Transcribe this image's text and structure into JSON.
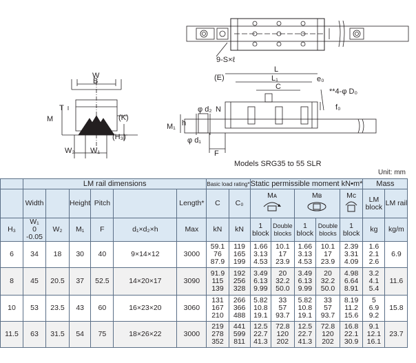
{
  "drawing": {
    "top_view": {
      "callout": "9-S×ℓ"
    },
    "end_view": {
      "dims": [
        "W",
        "B",
        "T",
        "M",
        "(K)",
        "(H₃)",
        "W₂",
        "W₁"
      ]
    },
    "side_view": {
      "dims": [
        "L",
        "L₁",
        "C",
        "(E)",
        "e₀",
        "**4-φ D₀",
        "φ d₂",
        "N",
        "f₀",
        "h",
        "M₁",
        "φ d₁",
        "F"
      ]
    },
    "caption": "Models SRG35 to 55 SLR",
    "unit": "Unit: mm"
  },
  "table": {
    "groups": {
      "lm_rail": "LM rail dimensions",
      "basic": "Basic load rating*",
      "static": "Static permissible moment kN•m*",
      "mass": "Mass"
    },
    "headers": {
      "width": "Width",
      "height": "Height",
      "pitch": "Pitch",
      "length": "Length*",
      "c": "C",
      "c0": "C₀",
      "ma": "Mᴀ",
      "mb": "Mʙ",
      "mc": "Mc",
      "lm_block": "LM block",
      "lm_rail": "LM rail",
      "w1": [
        "W₁",
        "0",
        "-0.05"
      ],
      "h3": "H₃",
      "w2": "W₂",
      "m1": "M₁",
      "f": "F",
      "d1d2h": "d₁×d₂×h",
      "max": "Max",
      "kn1": "kN",
      "kn2": "kN",
      "one_block": "1 block",
      "double_blocks": "Double blocks",
      "kg": "kg",
      "kgm": "kg/m"
    },
    "rows": [
      {
        "h3": "6",
        "w1": "34",
        "w2": "18",
        "m1": "30",
        "f": "40",
        "d": "9×14×12",
        "max": "3000",
        "c": [
          "59.1",
          "76",
          "87.9"
        ],
        "c0": [
          "119",
          "165",
          "199"
        ],
        "ma1": [
          "10.1",
          "3.13",
          "4.53"
        ],
        "ma2": [
          "1.66",
          "17",
          "23.9"
        ],
        "mb1": [
          "10.1",
          "3.13",
          "4.53"
        ],
        "mb2": [
          "1.66",
          "17",
          "23.9"
        ],
        "mc": [
          "2.39",
          "3.31",
          "4.09"
        ],
        "block": [
          "1.6",
          "2.1",
          "2.6"
        ],
        "rail": "6.9"
      },
      {
        "h3": "8",
        "w1": "45",
        "w2": "20.5",
        "m1": "37",
        "f": "52.5",
        "d": "14×20×17",
        "max": "3090",
        "c": [
          "91.9",
          "115",
          "139"
        ],
        "c0": [
          "192",
          "256",
          "328"
        ],
        "ma1": [
          "3.49",
          "6.13",
          "9.99"
        ],
        "ma2": [
          "20",
          "32.2",
          "50.0"
        ],
        "mb1": [
          "3.49",
          "6.13",
          "9.99"
        ],
        "mb2": [
          "20",
          "32.2",
          "50.0"
        ],
        "mc": [
          "4.98",
          "6.64",
          "8.91"
        ],
        "block": [
          "3.2",
          "4.1",
          "5.4"
        ],
        "rail": "11.6"
      },
      {
        "h3": "10",
        "w1": "53",
        "w2": "23.5",
        "m1": "43",
        "f": "60",
        "d": "16×23×20",
        "max": "3060",
        "c": [
          "131",
          "167",
          "210"
        ],
        "c0": [
          "266",
          "366",
          "488"
        ],
        "ma1": [
          "5.82",
          "10.8",
          "19.1"
        ],
        "ma2": [
          "33",
          "57",
          "93.7"
        ],
        "mb1": [
          "5.82",
          "10.8",
          "19.1"
        ],
        "mb2": [
          "33",
          "57",
          "93.7"
        ],
        "mc": [
          "8.19",
          "11.2",
          "15.6"
        ],
        "block": [
          "5",
          "6.9",
          "9.2"
        ],
        "rail": "15.8"
      },
      {
        "h3": "11.5",
        "w1": "63",
        "w2": "31.5",
        "m1": "54",
        "f": "75",
        "d": "18×26×22",
        "max": "3000",
        "c": [
          "219",
          "278",
          "352"
        ],
        "c0": [
          "441",
          "599",
          "811"
        ],
        "ma1": [
          "12.5",
          "22.7",
          "41.3"
        ],
        "ma2": [
          "72.8",
          "120",
          "202"
        ],
        "mb1": [
          "12.5",
          "22.7",
          "41.3"
        ],
        "mb2": [
          "72.8",
          "120",
          "202"
        ],
        "mc": [
          "16.8",
          "22.1",
          "30.9"
        ],
        "block": [
          "9.1",
          "12.1",
          "16.1"
        ],
        "rail": "23.7"
      }
    ]
  }
}
